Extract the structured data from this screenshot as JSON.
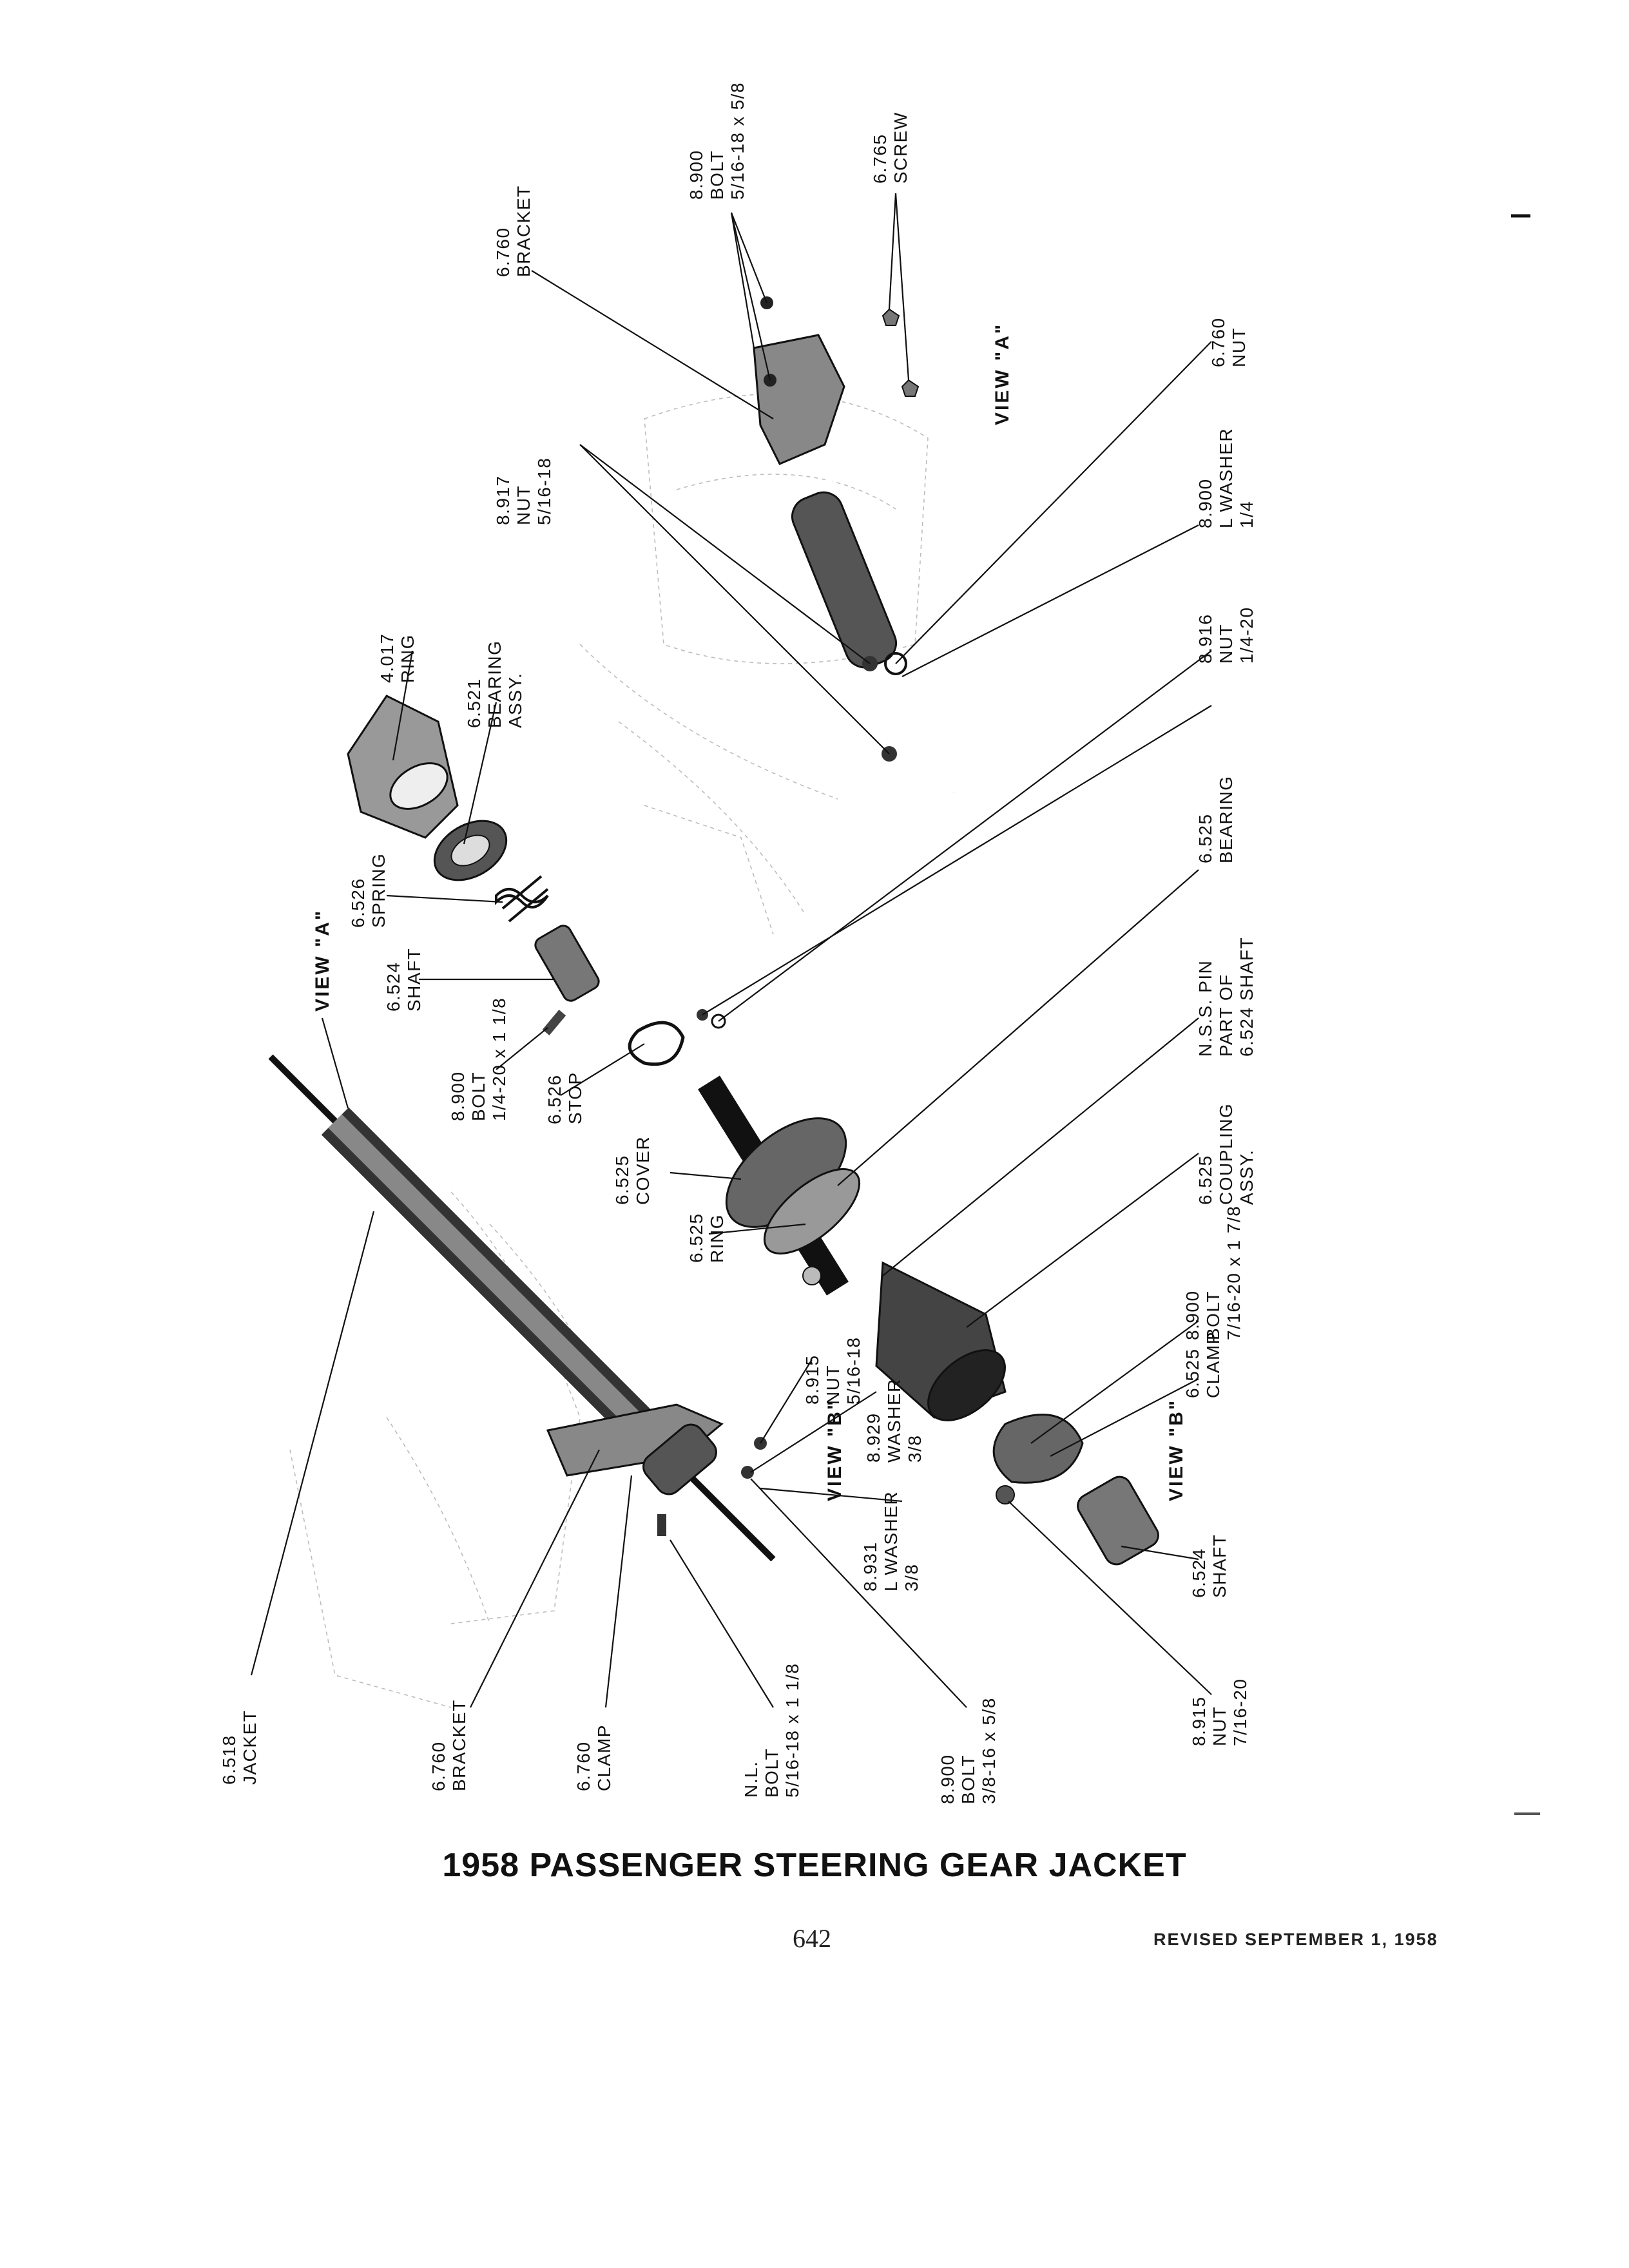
{
  "title": "1958 PASSENGER STEERING GEAR JACKET",
  "page_number": "642",
  "revised": "REVISED SEPTEMBER 1, 1958",
  "views": {
    "view_a": "VIEW \"A\"",
    "view_b": "VIEW \"B\""
  },
  "labels": [
    {
      "id": "a-8900-bolt",
      "lines": [
        "8.900",
        "BOLT",
        "5/16-18 x 5/8"
      ]
    },
    {
      "id": "a-6765-screw",
      "lines": [
        "6.765",
        "SCREW"
      ]
    },
    {
      "id": "a-6760-bracket",
      "lines": [
        "6.760",
        "BRACKET"
      ]
    },
    {
      "id": "a-8917-nut",
      "lines": [
        "8.917",
        "NUT",
        "5/16-18"
      ]
    },
    {
      "id": "a-6760-nut",
      "lines": [
        "6.760",
        "NUT"
      ]
    },
    {
      "id": "a-8900-lwasher",
      "lines": [
        "8.900",
        "L WASHER",
        "1/4"
      ]
    },
    {
      "id": "a-8916-nut",
      "lines": [
        "8.916",
        "NUT",
        "1/4-20"
      ]
    },
    {
      "id": "4017-ring",
      "lines": [
        "4.017",
        "RING"
      ]
    },
    {
      "id": "6521-bearing",
      "lines": [
        "6.521",
        "BEARING",
        "ASSY."
      ]
    },
    {
      "id": "6526-spring",
      "lines": [
        "6.526",
        "SPRING"
      ]
    },
    {
      "id": "6524-shaft-top",
      "lines": [
        "6.524",
        "SHAFT"
      ]
    },
    {
      "id": "8900-bolt-top",
      "lines": [
        "8.900",
        "BOLT",
        "1/4-20 x 1 1/8"
      ]
    },
    {
      "id": "6526-stop",
      "lines": [
        "6.526",
        "STOP"
      ]
    },
    {
      "id": "6525-bearing",
      "lines": [
        "6.525",
        "BEARING"
      ]
    },
    {
      "id": "nss-pin",
      "lines": [
        "N.S.S. PIN",
        "PART OF",
        "6.524 SHAFT"
      ]
    },
    {
      "id": "6525-cover",
      "lines": [
        "6.525",
        "COVER"
      ]
    },
    {
      "id": "6525-ring",
      "lines": [
        "6.525",
        "RING"
      ]
    },
    {
      "id": "6525-coupling",
      "lines": [
        "6.525",
        "COUPLING",
        "ASSY."
      ]
    },
    {
      "id": "8900-bolt-716",
      "lines": [
        "8.900",
        "BOLT",
        "7/16-20 x 1 7/8"
      ]
    },
    {
      "id": "6525-clamp",
      "lines": [
        "6.525",
        "CLAMP"
      ]
    },
    {
      "id": "8915-nut-516",
      "lines": [
        "8.915",
        "NUT",
        "5/16-18"
      ]
    },
    {
      "id": "8929-washer",
      "lines": [
        "8.929",
        "WASHER",
        "3/8"
      ]
    },
    {
      "id": "8931-lwasher",
      "lines": [
        "8.931",
        "L WASHER",
        "3/8"
      ]
    },
    {
      "id": "6524-shaft-b",
      "lines": [
        "6.524",
        "SHAFT"
      ]
    },
    {
      "id": "8915-nut-716",
      "lines": [
        "8.915",
        "NUT",
        "7/16-20"
      ]
    },
    {
      "id": "6518-jacket",
      "lines": [
        "6.518",
        "JACKET"
      ]
    },
    {
      "id": "6760-bracket-low",
      "lines": [
        "6.760",
        "BRACKET"
      ]
    },
    {
      "id": "6760-clamp-low",
      "lines": [
        "6.760",
        "CLAMP"
      ]
    },
    {
      "id": "nl-bolt",
      "lines": [
        "N.L.",
        "BOLT",
        "5/16-18 x 1 1/8"
      ]
    },
    {
      "id": "8900-bolt-38",
      "lines": [
        "8.900",
        "BOLT",
        "3/8-16 x 5/8"
      ]
    }
  ]
}
